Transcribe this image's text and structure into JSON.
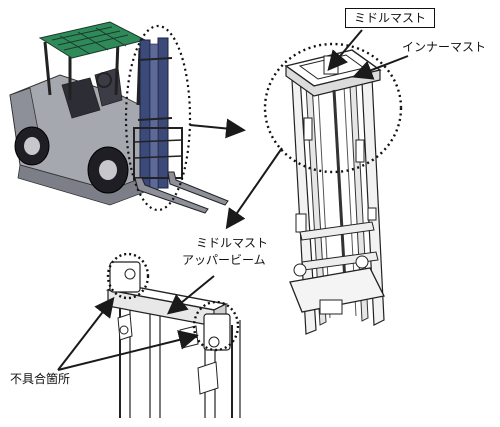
{
  "labels": {
    "middle_mast": "ミドルマスト",
    "inner_mast": "インナーマスト",
    "upper_beam_line1": "ミドルマスト",
    "upper_beam_line2": "アッパービーム",
    "defect_location": "不具合箇所"
  },
  "colors": {
    "line": "#1a1a1a",
    "forklift_body": "#9a9aa3",
    "forklift_dark": "#3a3a44",
    "overhead_guard": "#2f8a5a",
    "mast_blue": "#3c4a7a"
  }
}
